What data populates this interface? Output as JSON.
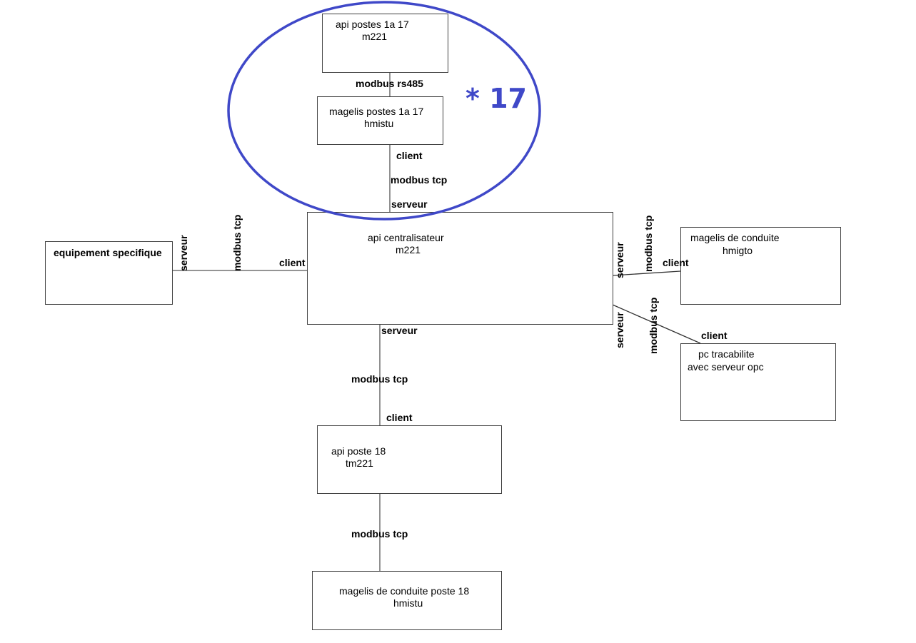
{
  "nodes": {
    "api_postes": {
      "line1": "api postes 1a 17",
      "line2": "m221"
    },
    "magelis_postes": {
      "line1": "magelis postes 1a 17",
      "line2": "hmistu"
    },
    "api_centralisateur": {
      "line1": "api centralisateur",
      "line2": "m221"
    },
    "equipement": {
      "line1": "equipement specifique"
    },
    "magelis_conduite": {
      "line1": "magelis de conduite",
      "line2": "hmigto"
    },
    "pc_tracabilite": {
      "line1": "pc tracabilite",
      "line2": "avec serveur opc"
    },
    "api_poste18": {
      "line1": "api poste 18",
      "line2": "tm221"
    },
    "magelis_poste18": {
      "line1": "magelis de conduite poste 18",
      "line2": "hmistu"
    }
  },
  "links": {
    "rs485": {
      "protocol": "modbus rs485"
    },
    "magelis_to_central": {
      "client": "client",
      "protocol": "modbus tcp",
      "server": "serveur"
    },
    "equip_to_central": {
      "server": "serveur",
      "protocol": "modbus tcp",
      "client": "client"
    },
    "central_to_conduite": {
      "server": "serveur",
      "protocol": "modbus tcp",
      "client": "client"
    },
    "central_to_pc": {
      "server": "serveur",
      "protocol": "modbus tcp",
      "client": "client"
    },
    "central_to_poste18": {
      "server": "serveur",
      "protocol": "modbus tcp",
      "client": "client"
    },
    "poste18_to_magelis": {
      "protocol": "modbus tcp"
    }
  },
  "group": {
    "multiplier": "* 17",
    "color": "#3f48c8"
  }
}
